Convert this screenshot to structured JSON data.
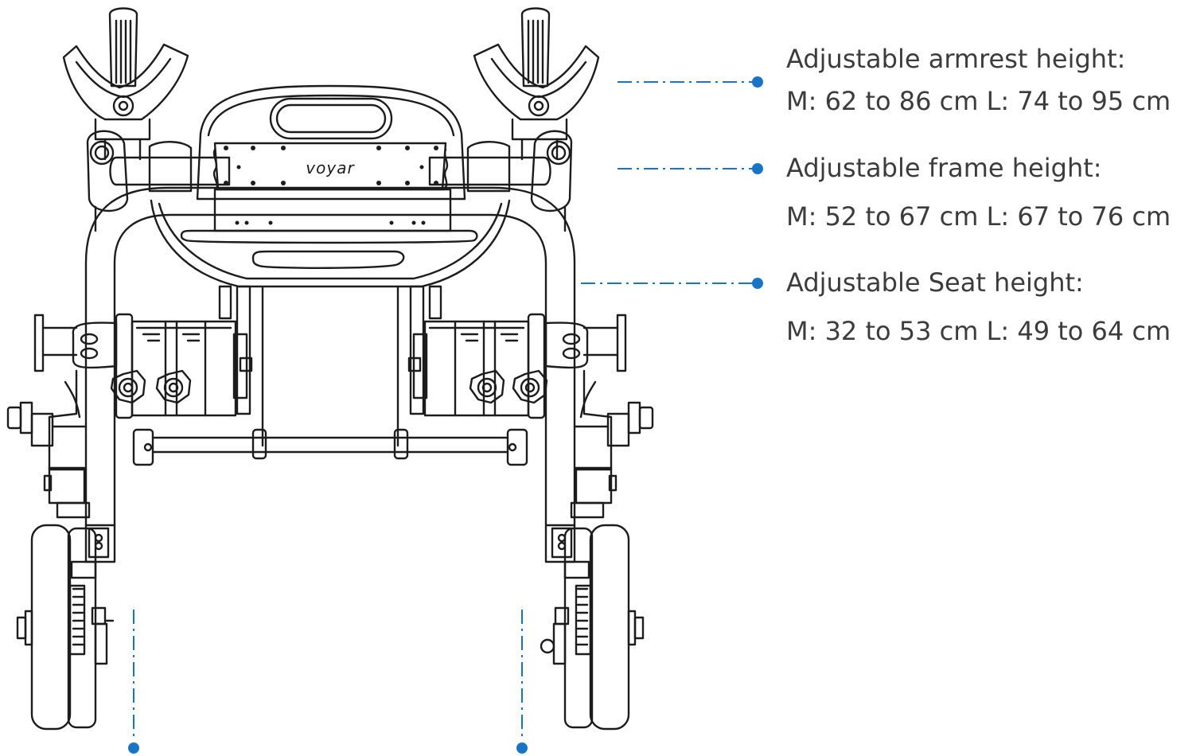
{
  "specs": {
    "armrest": {
      "title": "Adjustable armrest height:",
      "value": "M: 62 to 86 cm L: 74 to 95 cm"
    },
    "frame": {
      "title": "Adjustable frame height:",
      "value": "M: 52 to 67 cm L: 67 to 76 cm"
    },
    "seat": {
      "title": "Adjustable Seat height:",
      "value": "M: 32 to 53 cm L: 49 to 64 cm"
    }
  },
  "brand": {
    "logo_text": "voyar"
  },
  "colors": {
    "callout": "#1874c5",
    "line_art": "#1c1c1c",
    "text": "#3c3c3c"
  },
  "icons": [
    "wheelchair-line-drawing",
    "callout-dot"
  ]
}
